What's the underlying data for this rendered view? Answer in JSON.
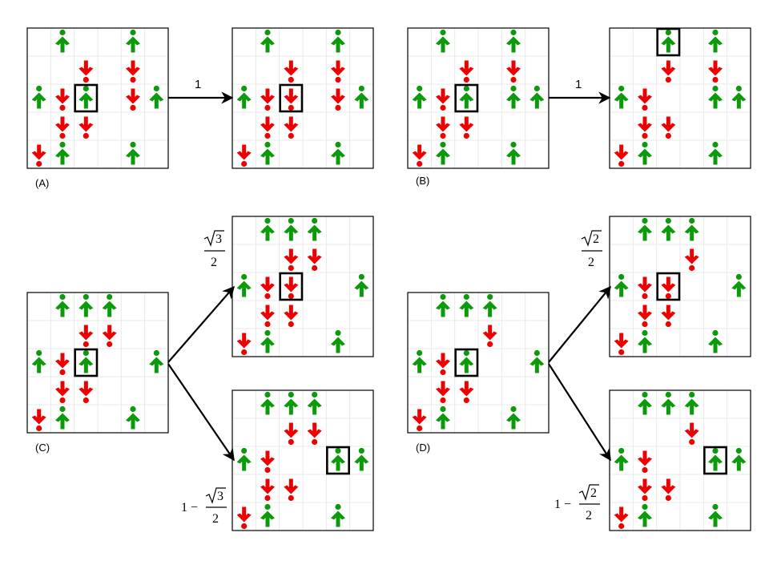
{
  "colors": {
    "up": "#0a9a0a",
    "down": "#ee0000",
    "frame": "#000000",
    "grid": "#e9e9e9"
  },
  "agents": {
    "up": {
      "icon": "green-up-arrow-agent-icon"
    },
    "down": {
      "icon": "red-down-arrow-agent-icon"
    }
  },
  "panel_labels": {
    "A": "(A)",
    "B": "(B)",
    "C": "(C)",
    "D": "(D)"
  },
  "transition_labels": {
    "A": "1",
    "B": "1"
  },
  "probabilities": {
    "C_upper": {
      "root": "3",
      "den": "2"
    },
    "C_lower": {
      "prefix": "1 −",
      "root": "3",
      "den": "2"
    },
    "D_upper": {
      "root": "2",
      "den": "2"
    },
    "D_lower": {
      "prefix": "1 −",
      "root": "2",
      "den": "2"
    }
  },
  "grids": {
    "A_before": {
      "cells": [
        [
          ".",
          "U",
          ".",
          ".",
          "U",
          "."
        ],
        [
          ".",
          ".",
          "D",
          ".",
          "D",
          "."
        ],
        [
          "U",
          "D",
          "U",
          ".",
          "D",
          "U"
        ],
        [
          ".",
          "D",
          "D",
          ".",
          ".",
          "."
        ],
        [
          "D",
          "U",
          ".",
          ".",
          "U",
          "."
        ]
      ],
      "focus": [
        2,
        2
      ]
    },
    "A_after": {
      "cells": [
        [
          ".",
          "U",
          ".",
          ".",
          "U",
          "."
        ],
        [
          ".",
          ".",
          "D",
          ".",
          "D",
          "."
        ],
        [
          "U",
          "D",
          "D",
          ".",
          "D",
          "U"
        ],
        [
          ".",
          "D",
          "D",
          ".",
          ".",
          "."
        ],
        [
          "D",
          "U",
          ".",
          ".",
          "U",
          "."
        ]
      ],
      "focus": [
        2,
        2
      ]
    },
    "B_before": {
      "cells": [
        [
          ".",
          "U",
          ".",
          ".",
          "U",
          "."
        ],
        [
          ".",
          ".",
          "D",
          ".",
          "D",
          "."
        ],
        [
          "U",
          "D",
          "U",
          ".",
          "U",
          "U"
        ],
        [
          ".",
          "D",
          "D",
          ".",
          ".",
          "."
        ],
        [
          "D",
          "U",
          ".",
          ".",
          "U",
          "."
        ]
      ],
      "focus": [
        2,
        2
      ]
    },
    "B_after": {
      "cells": [
        [
          ".",
          ".",
          "U",
          ".",
          "U",
          "."
        ],
        [
          ".",
          ".",
          "D",
          ".",
          "D",
          "."
        ],
        [
          "U",
          "D",
          ".",
          ".",
          "U",
          "U"
        ],
        [
          ".",
          "D",
          "D",
          ".",
          ".",
          "."
        ],
        [
          "D",
          "U",
          ".",
          ".",
          "U",
          "."
        ]
      ],
      "focus": [
        0,
        2
      ]
    },
    "C_before": {
      "cells": [
        [
          ".",
          "U",
          "U",
          "U",
          ".",
          "."
        ],
        [
          ".",
          ".",
          "D",
          "D",
          ".",
          "."
        ],
        [
          "U",
          "D",
          "U",
          ".",
          ".",
          "U"
        ],
        [
          ".",
          "D",
          "D",
          ".",
          ".",
          "."
        ],
        [
          "D",
          "U",
          ".",
          ".",
          "U",
          "."
        ]
      ],
      "focus": [
        2,
        2
      ]
    },
    "C_upper": {
      "cells": [
        [
          ".",
          "U",
          "U",
          "U",
          ".",
          "."
        ],
        [
          ".",
          ".",
          "D",
          "D",
          ".",
          "."
        ],
        [
          "U",
          "D",
          "D",
          ".",
          ".",
          "U"
        ],
        [
          ".",
          "D",
          "D",
          ".",
          ".",
          "."
        ],
        [
          "D",
          "U",
          ".",
          ".",
          "U",
          "."
        ]
      ],
      "focus": [
        2,
        2
      ]
    },
    "C_lower": {
      "cells": [
        [
          ".",
          "U",
          "U",
          "U",
          ".",
          "."
        ],
        [
          ".",
          ".",
          "D",
          "D",
          ".",
          "."
        ],
        [
          "U",
          "D",
          ".",
          ".",
          "U",
          "U"
        ],
        [
          ".",
          "D",
          "D",
          ".",
          ".",
          "."
        ],
        [
          "D",
          "U",
          ".",
          ".",
          "U",
          "."
        ]
      ],
      "focus": [
        2,
        4
      ]
    },
    "D_before": {
      "cells": [
        [
          ".",
          "U",
          "U",
          "U",
          ".",
          "."
        ],
        [
          ".",
          ".",
          ".",
          "D",
          ".",
          "."
        ],
        [
          "U",
          "D",
          "U",
          ".",
          ".",
          "U"
        ],
        [
          ".",
          "D",
          "D",
          ".",
          ".",
          "."
        ],
        [
          "D",
          "U",
          ".",
          ".",
          "U",
          "."
        ]
      ],
      "focus": [
        2,
        2
      ]
    },
    "D_upper": {
      "cells": [
        [
          ".",
          "U",
          "U",
          "U",
          ".",
          "."
        ],
        [
          ".",
          ".",
          ".",
          "D",
          ".",
          "."
        ],
        [
          "U",
          "D",
          "D",
          ".",
          ".",
          "U"
        ],
        [
          ".",
          "D",
          "D",
          ".",
          ".",
          "."
        ],
        [
          "D",
          "U",
          ".",
          ".",
          "U",
          "."
        ]
      ],
      "focus": [
        2,
        2
      ]
    },
    "D_lower": {
      "cells": [
        [
          ".",
          "U",
          "U",
          "U",
          ".",
          "."
        ],
        [
          ".",
          ".",
          ".",
          "D",
          ".",
          "."
        ],
        [
          "U",
          "D",
          ".",
          ".",
          "U",
          "U"
        ],
        [
          ".",
          "D",
          "D",
          ".",
          ".",
          "."
        ],
        [
          "D",
          "U",
          ".",
          ".",
          "U",
          "."
        ]
      ],
      "focus": [
        2,
        4
      ]
    }
  }
}
